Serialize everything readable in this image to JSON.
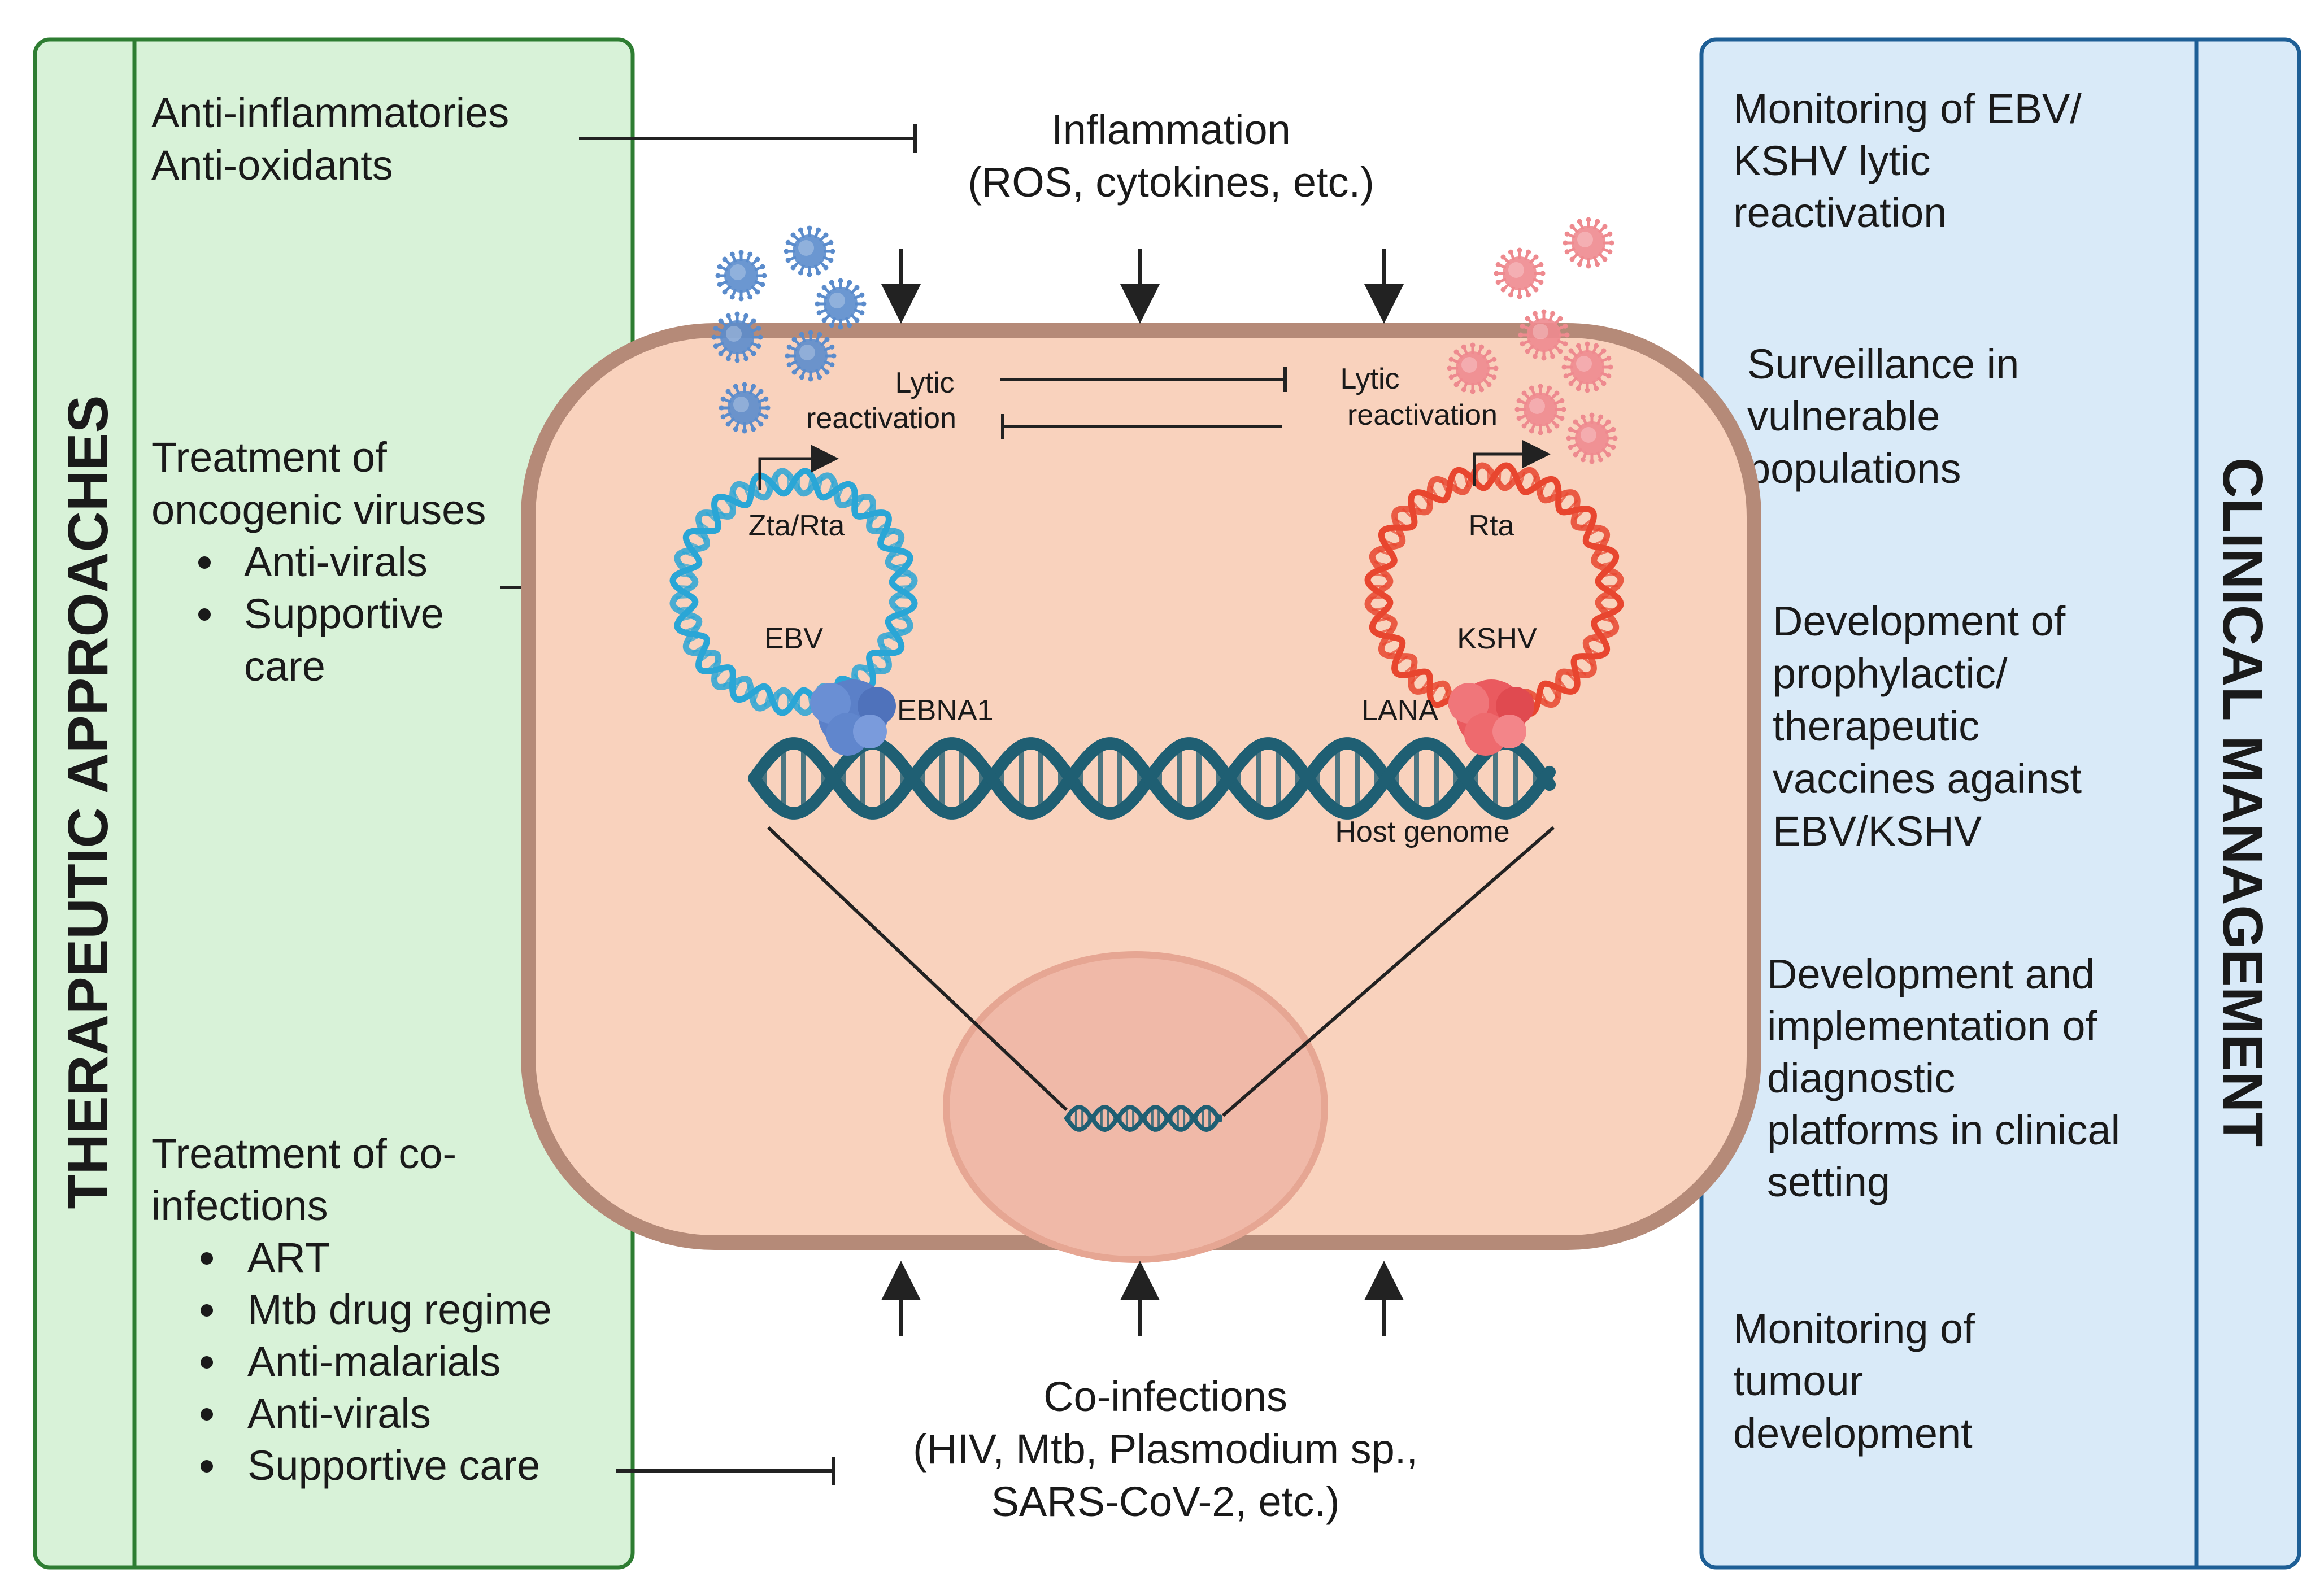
{
  "left_panel": {
    "title": "THERAPEUTIC APPROACHES",
    "block1": [
      "Anti-inflammatories",
      "Anti-oxidants"
    ],
    "block2_title": [
      "Treatment of",
      "oncogenic viruses"
    ],
    "block2_items": [
      "Anti-virals",
      "Supportive",
      "care"
    ],
    "block3_title": [
      "Treatment of co-",
      "infections"
    ],
    "block3_items": [
      "ART",
      "Mtb drug regime",
      "Anti-malarials",
      "Anti-virals",
      "Supportive care"
    ]
  },
  "right_panel": {
    "title": "CLINICAL MANAGEMENT",
    "item1": [
      "Monitoring of EBV/",
      "KSHV lytic",
      "reactivation"
    ],
    "item2": [
      "Surveillance in",
      "vulnerable",
      "populations"
    ],
    "item3": [
      "Development of",
      "prophylactic/",
      "therapeutic",
      "vaccines against",
      "EBV/KSHV"
    ],
    "item4": [
      "Development and",
      "implementation of",
      "diagnostic",
      "platforms in clinical",
      "setting"
    ],
    "item5": [
      "Monitoring of",
      "tumour",
      "development"
    ]
  },
  "top_stimulus": [
    "Inflammation",
    "(ROS, cytokines, etc.)"
  ],
  "bottom_stimulus": [
    "Co-infections",
    "(HIV, Mtb, Plasmodium sp.,",
    "SARS-CoV-2, etc.)"
  ],
  "cell": {
    "ebv_lytic": [
      "Lytic",
      "reactivation"
    ],
    "kshv_lytic": [
      "Lytic",
      "reactivation"
    ],
    "ebv_promoter": "Zta/Rta",
    "ebv_label": "EBV",
    "ebna1_label": "EBNA1",
    "kshv_promoter": "Rta",
    "kshv_label": "KSHV",
    "lana_label": "LANA",
    "host_genome_label": "Host genome"
  },
  "colors": {
    "left_fill": "#d8f2d8",
    "left_border": "#2e7d32",
    "right_fill": "#d9eaf8",
    "right_border": "#1e5f96",
    "cell_fill": "#f9d2bd",
    "cell_border": "#b58a78",
    "nucleus_fill": "#f0b9a8",
    "ebv_color": "#2aa6d6",
    "kshv_color": "#e8462f",
    "host_dna": "#1f5f73",
    "ebv_particle": "#5b8ccc",
    "kshv_particle": "#ee8a8f"
  }
}
